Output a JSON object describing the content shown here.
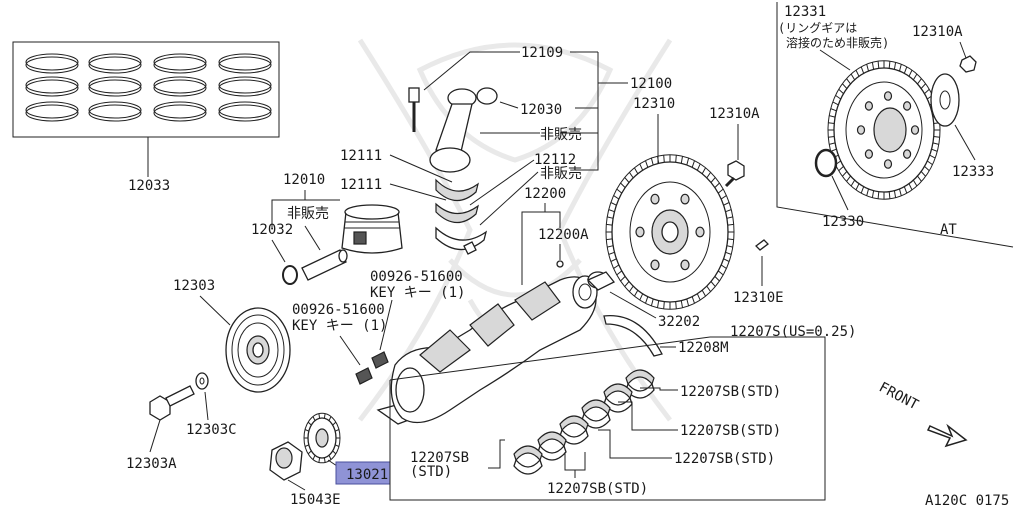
{
  "labels": {
    "p12033": "12033",
    "p12010": "12010",
    "p12032": "12032",
    "not_sold_piston": "非販売",
    "p12109": "12109",
    "p12100": "12100",
    "p12030": "12030",
    "not_sold_rod": "非販売",
    "p12111a": "12111",
    "p12111b": "12111",
    "p12112": "12112",
    "not_sold_bearing": "非販売",
    "p12200": "12200",
    "p12200a": "12200A",
    "p12310": "12310",
    "p12310a_mt": "12310A",
    "p12310e": "12310E",
    "p12331": "12331",
    "note_12331_line1": "(リングギアは",
    "note_12331_line2": "溶接のため非販売)",
    "p12310a_at": "12310A",
    "p12333": "12333",
    "p12330": "12330",
    "at": "AT",
    "p00926_upper": "00926-51600",
    "key_upper": "KEY キー (1)",
    "p00926_lower": "00926-51600",
    "key_lower": "KEY キー (1)",
    "p12303": "12303",
    "p12303c": "12303C",
    "p12303a": "12303A",
    "p32202": "32202",
    "p12208m": "12208M",
    "p12207s": "12207S(US=0.25)",
    "p12207sb_1": "12207SB(STD)",
    "p12207sb_2": "12207SB(STD)",
    "p12207sb_3": "12207SB(STD)",
    "p12207sb_left": "12207SB",
    "std_left": "(STD)",
    "p12207sb_bottom": "12207SB(STD)",
    "p13021": "13021",
    "p15043e": "15043E",
    "front": "FRONT",
    "diagram_code": "A120C 0175"
  },
  "colors": {
    "highlight": "#8f93d6",
    "line": "#222222"
  }
}
